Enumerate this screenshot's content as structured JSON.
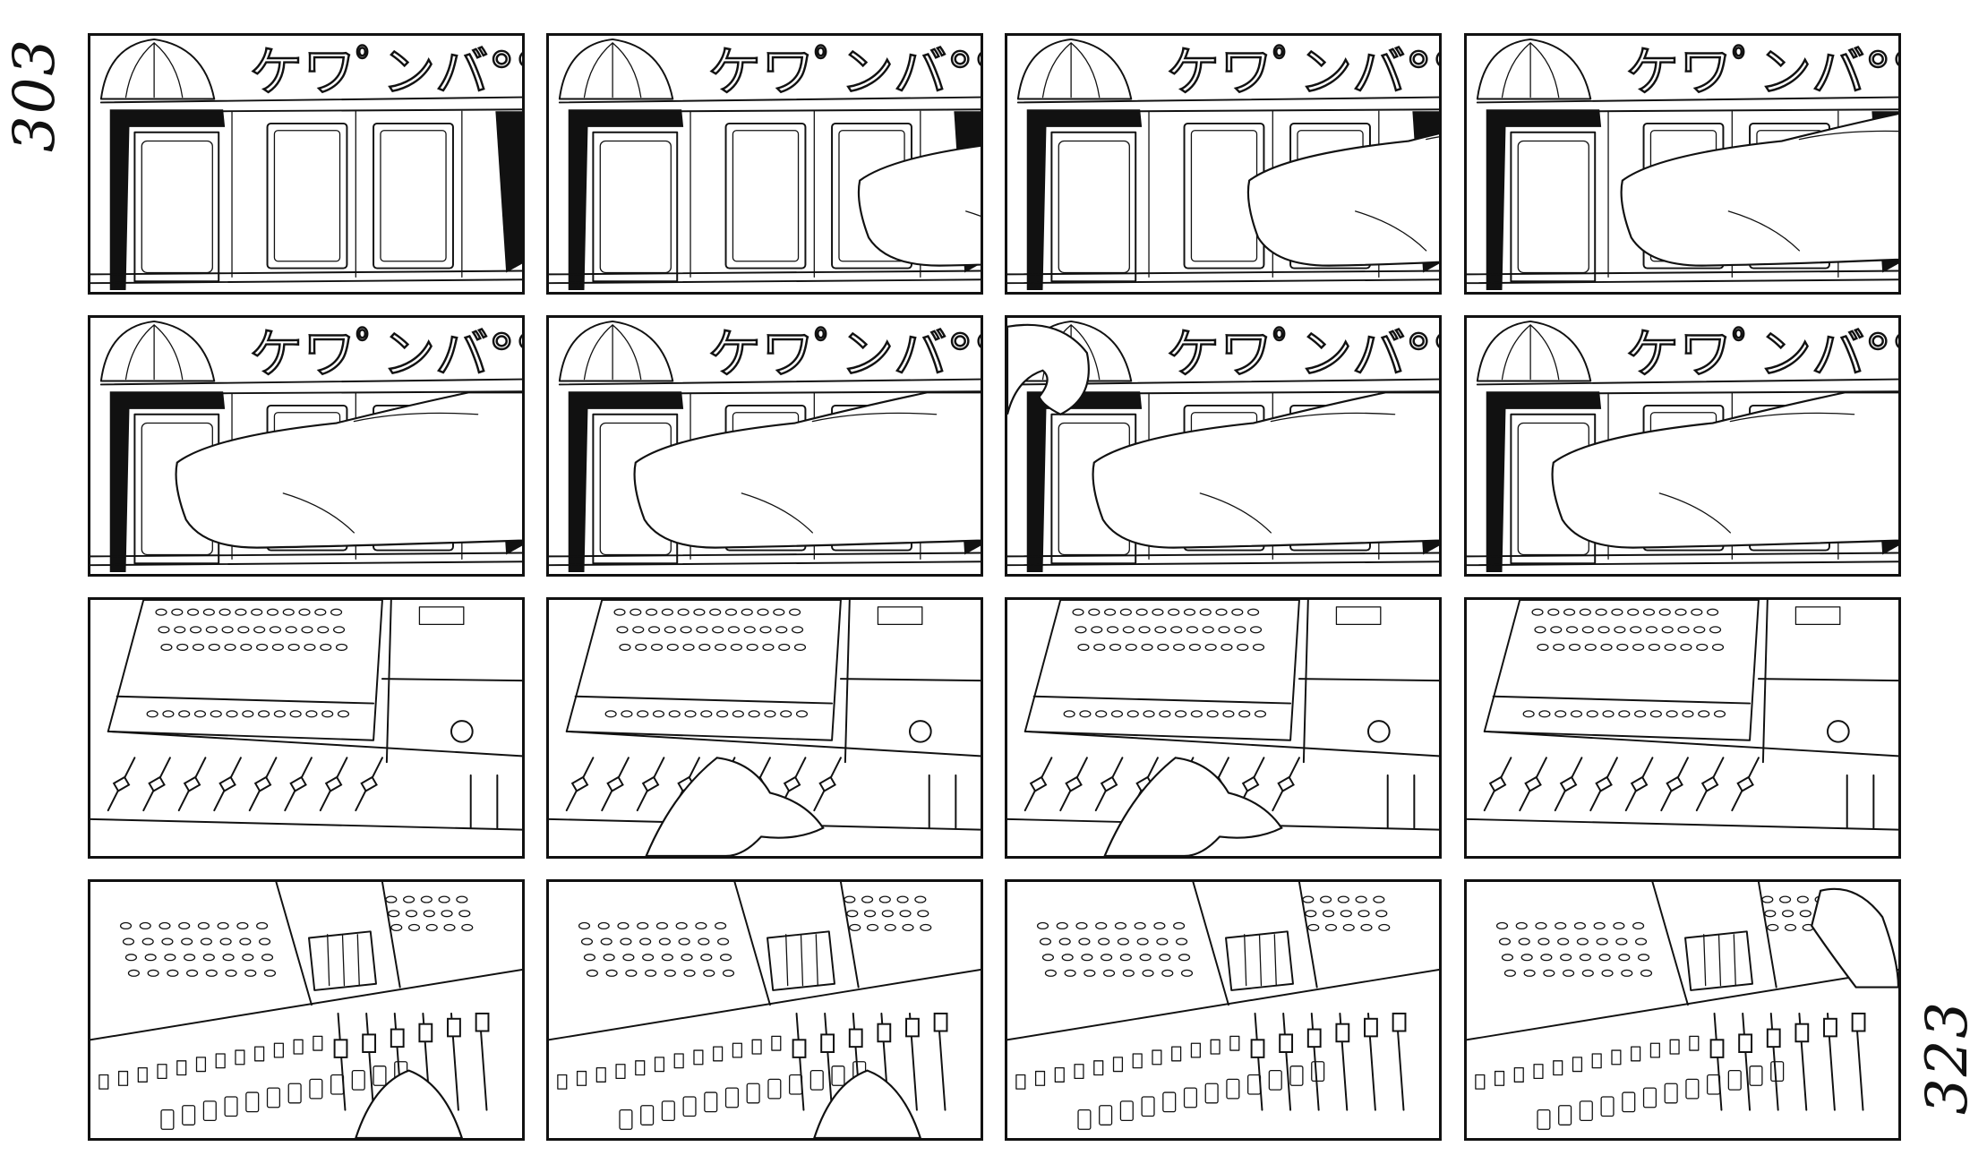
{
  "page_numbers": {
    "start": "303",
    "end": "323"
  },
  "sign_text": "ケワﾟンバ°°",
  "rows": [
    {
      "scene": "storefront",
      "panels": [
        {
          "car_progress": 0.0
        },
        {
          "car_progress": 0.35
        },
        {
          "car_progress": 0.55
        },
        {
          "car_progress": 0.8
        }
      ]
    },
    {
      "scene": "storefront",
      "panels": [
        {
          "car_progress": 1.0
        },
        {
          "car_progress": 1.0,
          "door_open": true
        },
        {
          "car_progress": 1.0,
          "figure": true
        },
        {
          "car_progress": 1.0
        }
      ]
    },
    {
      "scene": "mixer-wide",
      "panels": [
        {
          "hand": false
        },
        {
          "hand": true
        },
        {
          "hand": true
        },
        {
          "hand": false
        }
      ]
    },
    {
      "scene": "mixer-close",
      "panels": [
        {
          "hand": "fader"
        },
        {
          "hand": "fader"
        },
        {
          "hand": false
        },
        {
          "hand": "knob"
        }
      ]
    }
  ]
}
